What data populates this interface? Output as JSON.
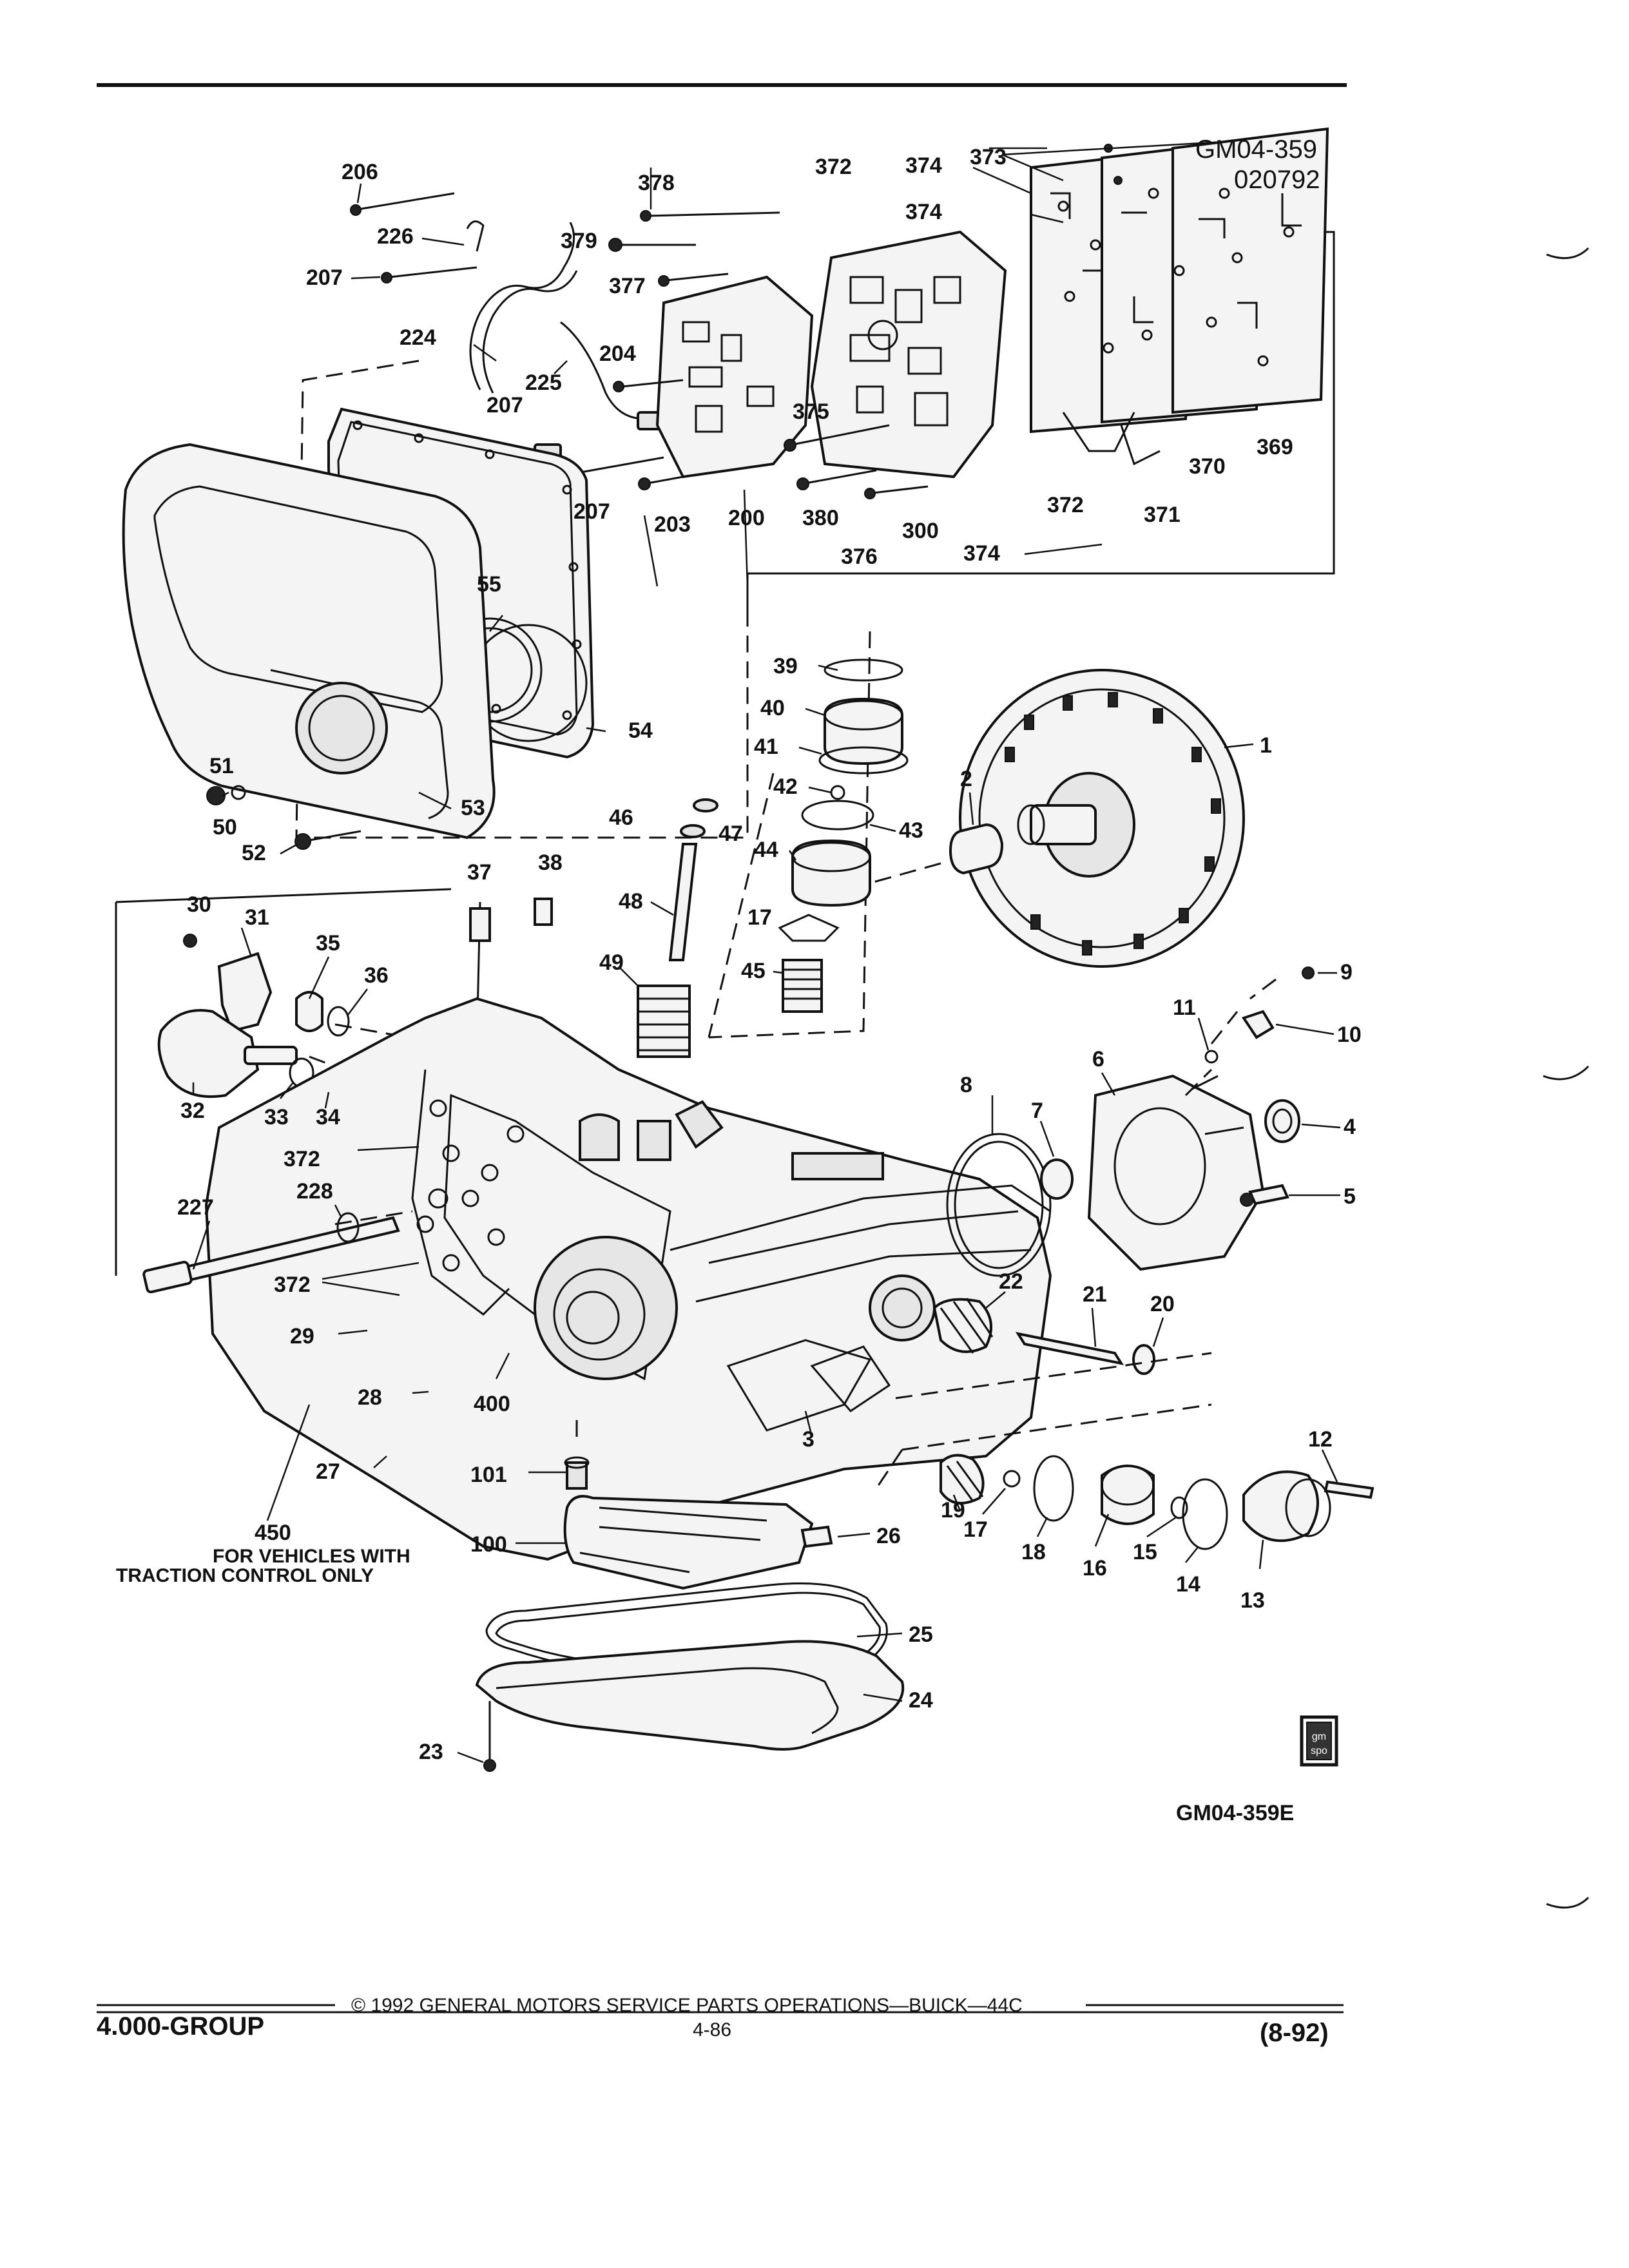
{
  "figure": {
    "id_codes": [
      "GM04-359",
      "020792"
    ],
    "figure_code": "GM04-359E",
    "note": [
      "FOR VEHICLES WITH",
      "TRACTION CONTROL ONLY"
    ],
    "badge_text": [
      "gm",
      "spo"
    ]
  },
  "callouts": {
    "c206": "206",
    "c226": "226",
    "c207a": "207",
    "c224": "224",
    "c204": "204",
    "c225": "225",
    "c207b": "207",
    "c207c": "207",
    "c203": "203",
    "c200": "200",
    "c378": "378",
    "c379": "379",
    "c377": "377",
    "c375": "375",
    "c380": "380",
    "c376": "376",
    "c300": "300",
    "c372a": "372",
    "c374a": "374",
    "c373": "373",
    "c374b": "374",
    "c372b": "372",
    "c371": "371",
    "c370": "370",
    "c369": "369",
    "c374c": "374",
    "c55": "55",
    "c54": "54",
    "c53": "53",
    "c51": "51",
    "c50": "50",
    "c52": "52",
    "c39": "39",
    "c40": "40",
    "c41": "41",
    "c42": "42",
    "c43": "43",
    "c44": "44",
    "c46": "46",
    "c47": "47",
    "c48": "48",
    "c17a": "17",
    "c45": "45",
    "c49": "49",
    "c2": "2",
    "c1": "1",
    "c37": "37",
    "c38": "38",
    "c30": "30",
    "c31": "31",
    "c35": "35",
    "c36": "36",
    "c32": "32",
    "c33": "33",
    "c34": "34",
    "c372c": "372",
    "c227": "227",
    "c228": "228",
    "c372d": "372",
    "c29": "29",
    "c28": "28",
    "c400": "400",
    "c27": "27",
    "c450": "450",
    "c101": "101",
    "c100": "100",
    "c26": "26",
    "c25": "25",
    "c24": "24",
    "c23": "23",
    "c3": "3",
    "c8": "8",
    "c7": "7",
    "c6": "6",
    "c11": "11",
    "c9": "9",
    "c10": "10",
    "c4": "4",
    "c5": "5",
    "c22": "22",
    "c21": "21",
    "c20": "20",
    "c12": "12",
    "c19": "19",
    "c17b": "17",
    "c18": "18",
    "c16": "16",
    "c15": "15",
    "c14": "14",
    "c13": "13"
  },
  "footer": {
    "group": "4.000-GROUP",
    "copyright": "©  1992  GENERAL MOTORS SERVICE PARTS OPERATIONS—BUICK—44C",
    "page": "4-86",
    "date": "(8-92)"
  }
}
